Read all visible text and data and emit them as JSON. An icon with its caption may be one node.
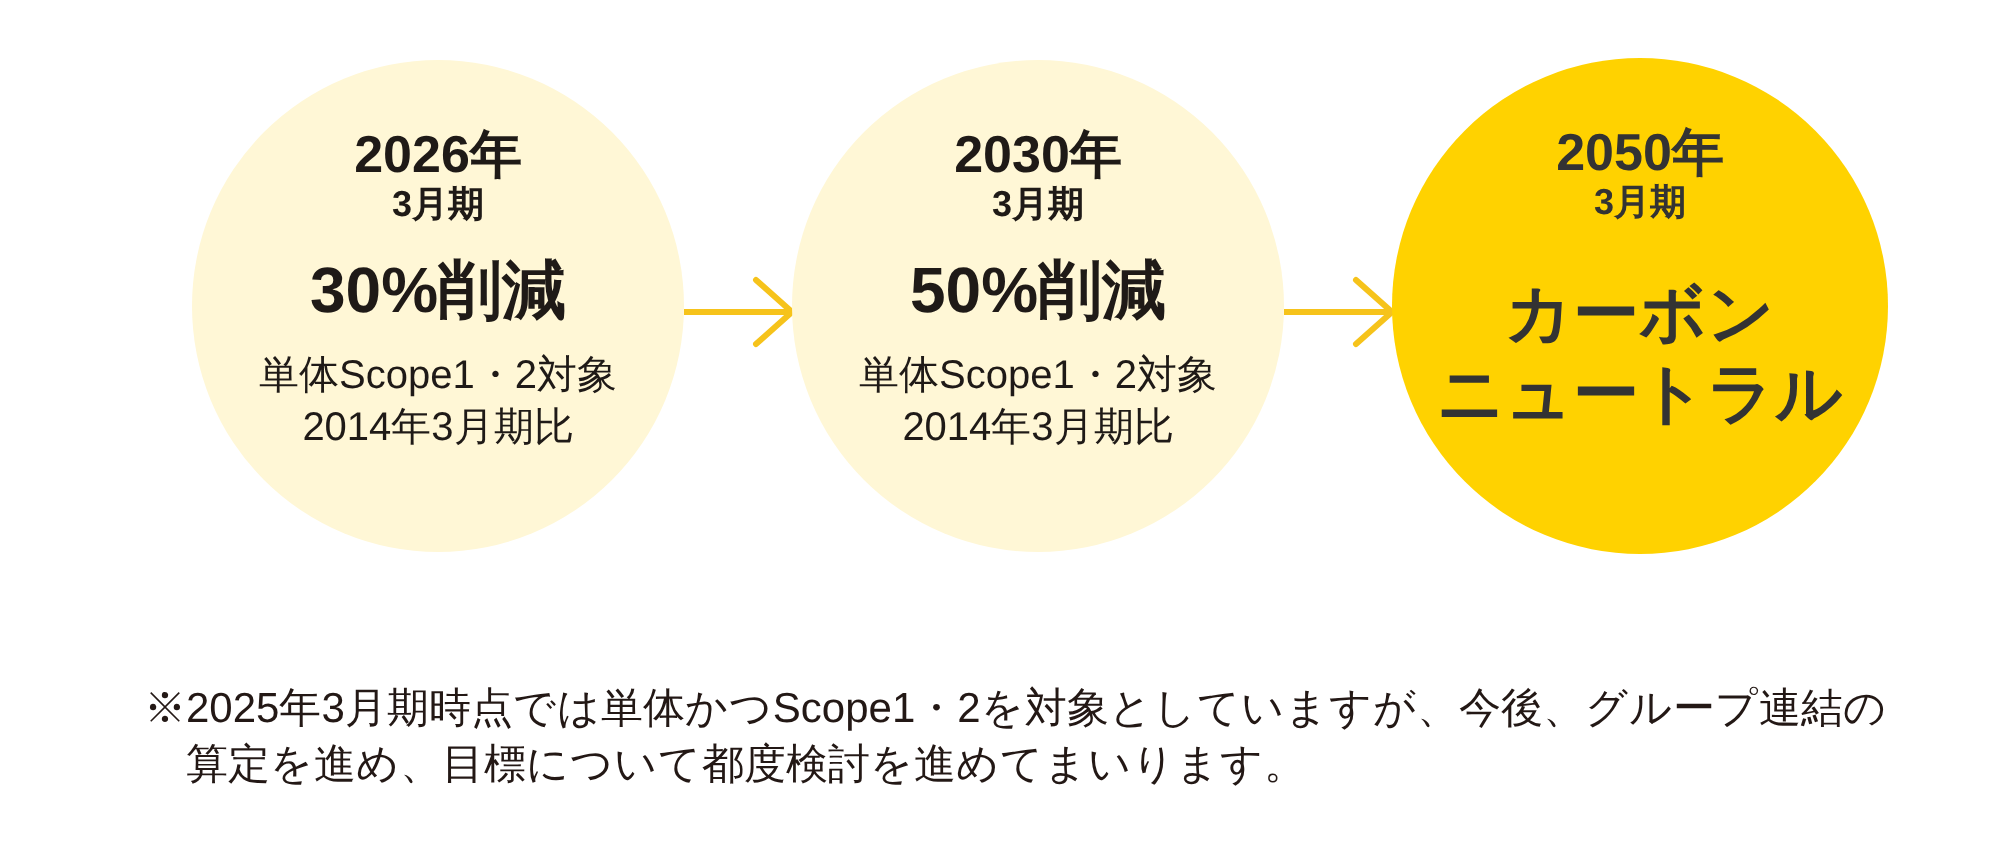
{
  "diagram": {
    "nodes": [
      {
        "text": [
          "2026年",
          "3月期",
          "30%削減",
          "単体Scope1・2対象",
          "2014年3月期比"
        ]
      },
      {
        "text": [
          "2030年",
          "3月期",
          "50%削減",
          "単体Scope1・2対象",
          "2014年3月期比"
        ]
      },
      {
        "text": [
          "2050年",
          "3月期",
          "カーボンニュートラル"
        ]
      }
    ],
    "edges": [
      {
        "from": 0,
        "to": 1,
        "arrow": "to"
      },
      {
        "from": 1,
        "to": 2,
        "arrow": "to"
      }
    ],
    "labels": [
      "※2025年3月期時点では単体かつScope1・2を対象としていますが、今後、グループ連結の算定を進め、目標について都度検討を進めてまいります。"
    ]
  }
}
